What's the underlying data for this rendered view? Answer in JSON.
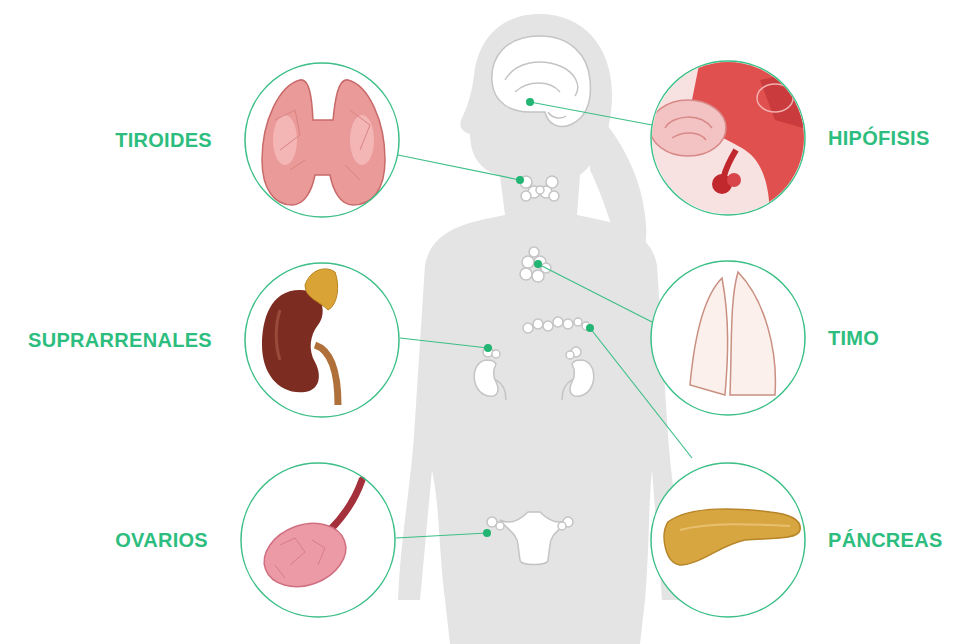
{
  "diagram": {
    "nodes": [
      {
        "text": [
          "TIROIDES"
        ]
      },
      {
        "text": [
          "HIPÓFISIS"
        ]
      },
      {
        "text": [
          "SUPRARRENALES"
        ]
      },
      {
        "text": [
          "TIMO"
        ]
      },
      {
        "text": [
          "OVARIOS"
        ]
      },
      {
        "text": [
          "PÁNCREAS"
        ]
      }
    ]
  }
}
